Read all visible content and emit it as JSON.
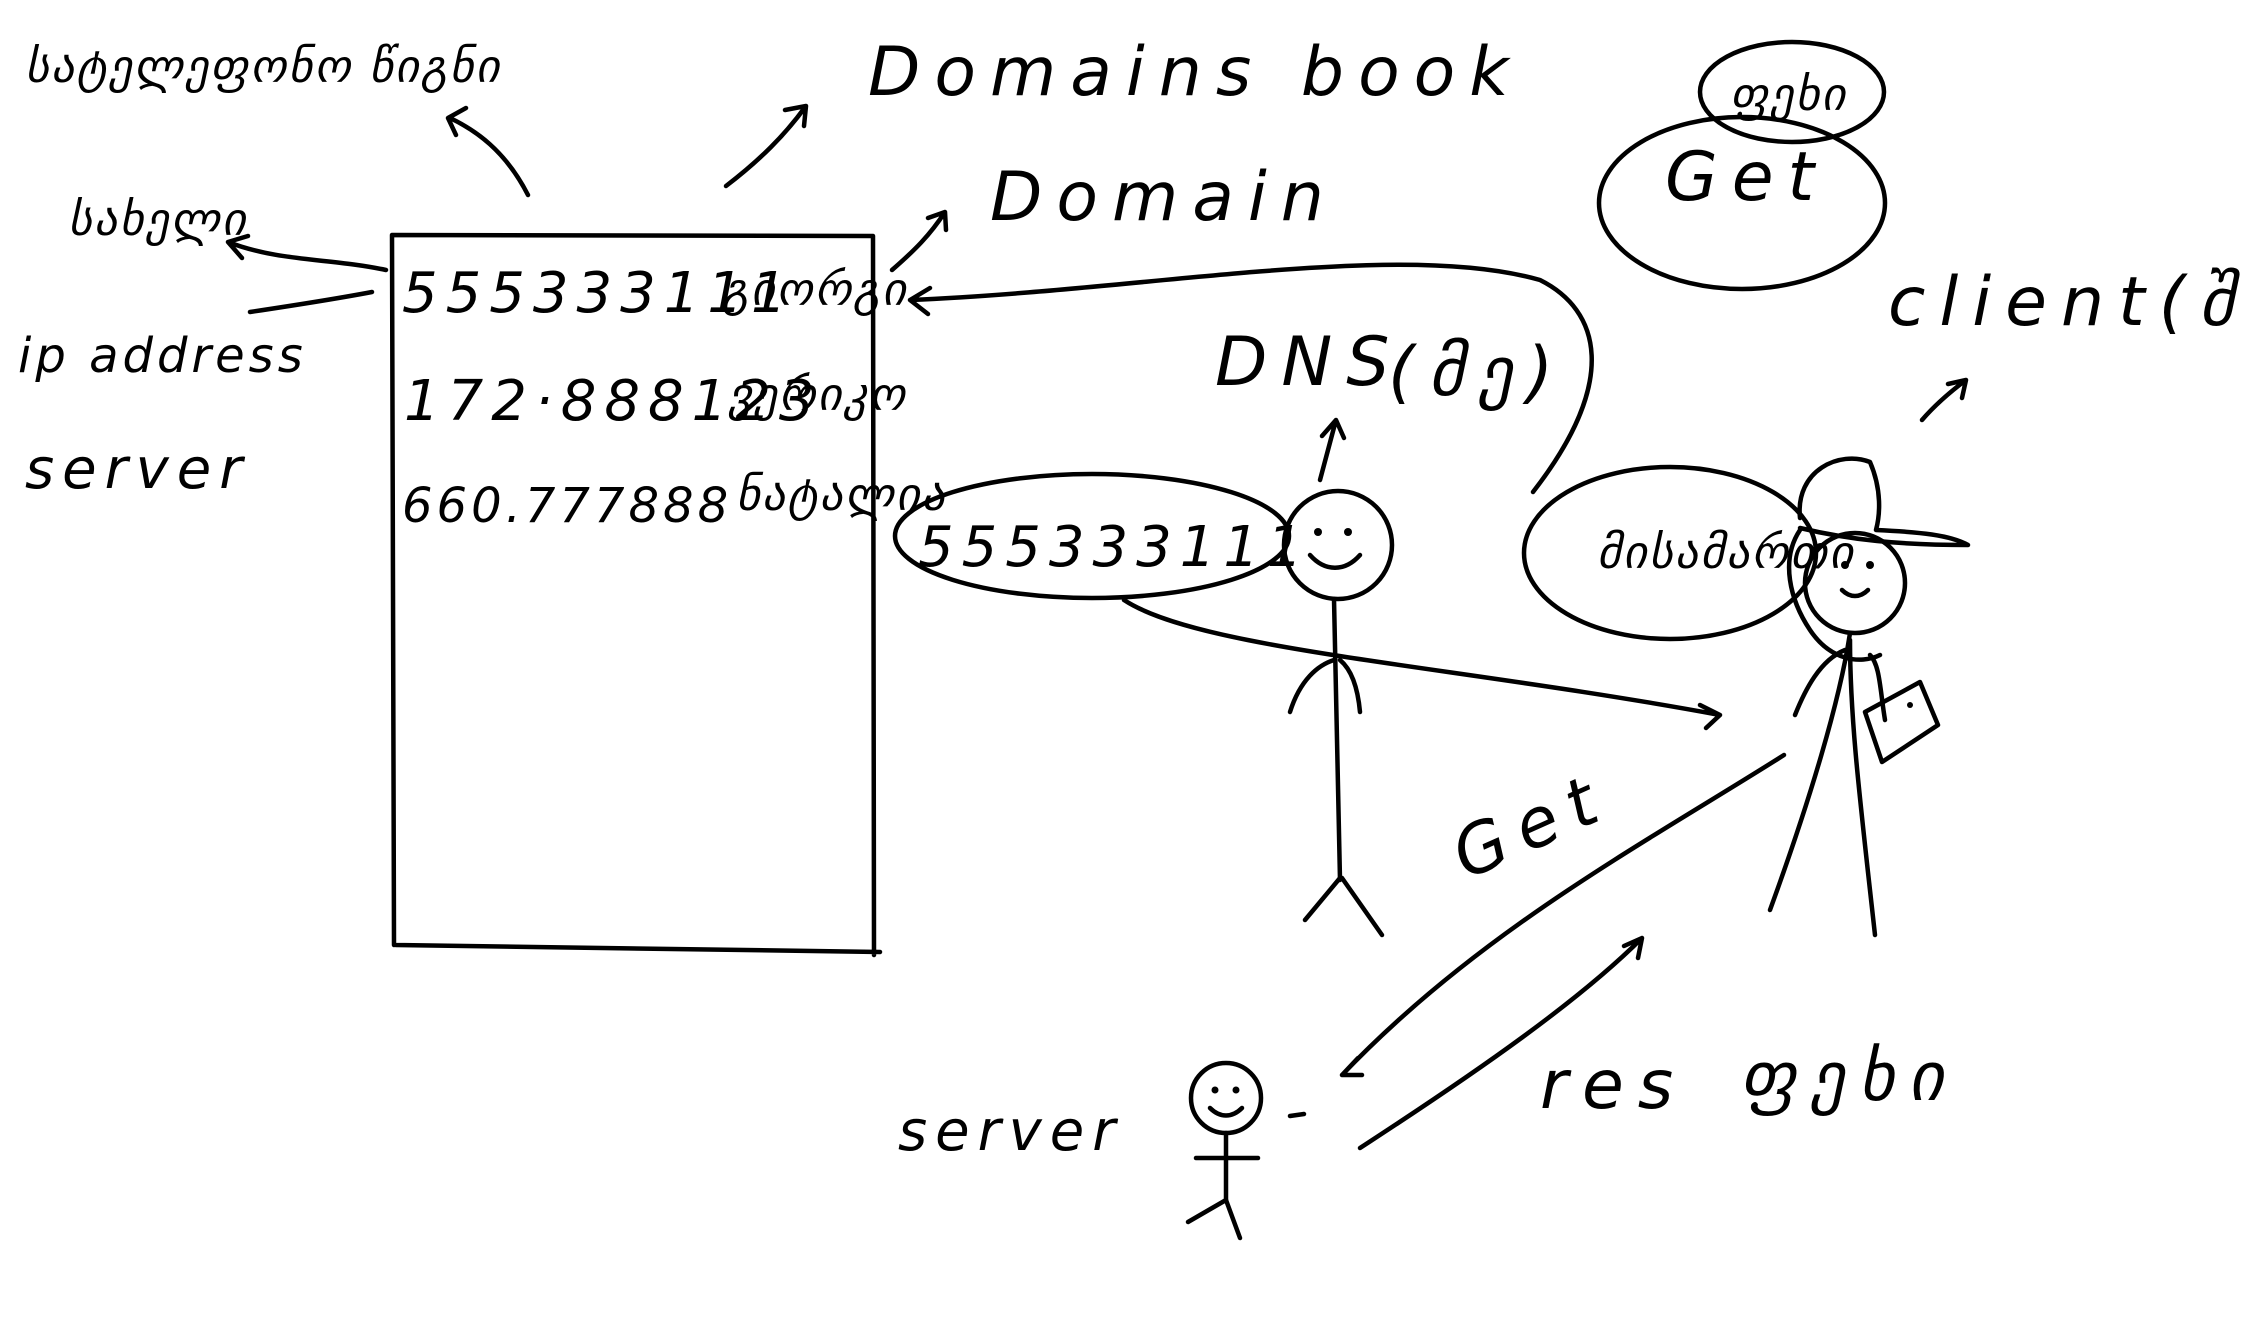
{
  "labels": {
    "top_left_georgian": "სატელეფონო წიგნი",
    "name_georgian": "სახელი",
    "ip_address": "ip address",
    "server_left": "server",
    "domains_book": "Domains book",
    "domain": "Domain",
    "dns": "DNS",
    "dns_paren": "(მე)",
    "request_bubble": "555333111",
    "person_bubble": "მისამართი",
    "client": "client(შენ)",
    "get_bubble": "Get",
    "top_bubble": "ფეხი",
    "get_arrow": "Get",
    "res": "res",
    "res_georgian": "ფეხი",
    "server_bottom": "server"
  },
  "phonebook": {
    "rows": [
      {
        "ip": "555333111",
        "name": "გიორგი"
      },
      {
        "ip": "172·888123",
        "name": "ვერიკო"
      },
      {
        "ip": "660.777888",
        "name": "ნატალია"
      }
    ]
  },
  "colors": {
    "ink": "#000000",
    "paper": "#ffffff"
  }
}
